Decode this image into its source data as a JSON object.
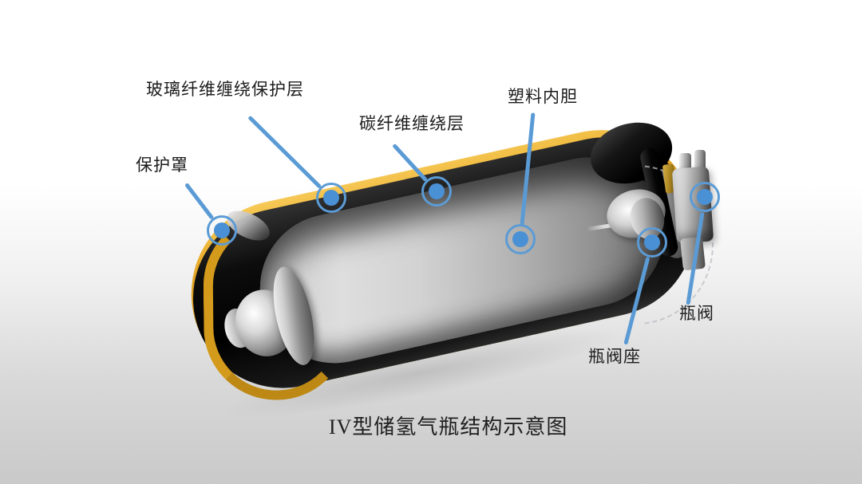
{
  "figure": {
    "caption": "IV型储氢气瓶结构示意图",
    "callouts": [
      {
        "id": "glass-fiber-protective-layer",
        "label": "玻璃纤维缠绕保护层"
      },
      {
        "id": "carbon-fiber-layer",
        "label": "碳纤维缠绕层"
      },
      {
        "id": "protective-cap",
        "label": "保护罩"
      },
      {
        "id": "plastic-liner",
        "label": "塑料内胆"
      },
      {
        "id": "bottle-valve",
        "label": "瓶阀"
      },
      {
        "id": "bottle-valve-seat",
        "label": "瓶阀座"
      }
    ],
    "colors": {
      "callout_blue": "#5b9bd5",
      "marker_dot_blue": "#4a90d5",
      "fiber_yellow": "#d3941a",
      "shell_black": "#0a0a0a",
      "liner_gray": "#b9b9b9",
      "label_text": "#1b1b1b",
      "background_top": "#ffffff",
      "background_bottom": "#c9c9c9"
    }
  }
}
